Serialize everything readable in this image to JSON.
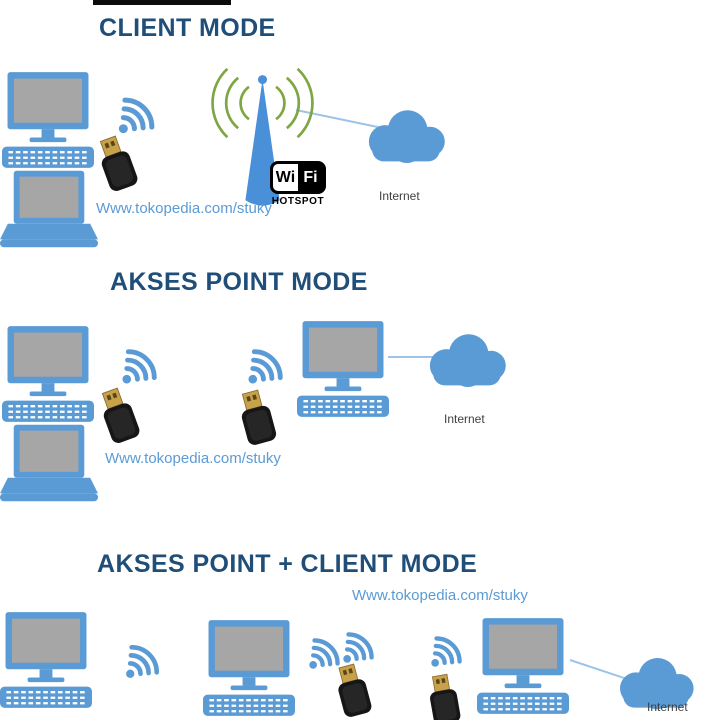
{
  "artwork": {
    "type": "usb-wifi-adapter-network-mode-diagram"
  },
  "colors": {
    "device_blue": "#5b9bd5",
    "screen_gray": "#a6a6a6",
    "title_color": "#1f4e79",
    "watermark_color": "#5b9bd5",
    "signal_green": "#7fa643",
    "connection_line": "#9dc3e6",
    "adapter_body_black": "#161616",
    "usb_connector_gold": "#c8a24a",
    "internet_label_color": "#3f3f3f"
  },
  "sections": [
    {
      "title": "CLIENT MODE",
      "watermark": "Www.tokopedia.com/stuky",
      "internet_label": "Internet",
      "hotspot_badge": {
        "wifi_left": "Wi",
        "wifi_right": "Fi",
        "subtitle": "HOTSPOT"
      },
      "icons": [
        "desktop-computer",
        "laptop",
        "wifi-signal",
        "usb-wifi-adapter",
        "hotspot-antenna",
        "internet-cloud"
      ]
    },
    {
      "title": "AKSES POINT MODE",
      "watermark": "Www.tokopedia.com/stuky",
      "internet_label": "Internet",
      "icons": [
        "desktop-computer",
        "laptop",
        "wifi-signal",
        "usb-wifi-adapter",
        "wifi-signal",
        "usb-wifi-adapter",
        "desktop-computer",
        "internet-cloud"
      ]
    },
    {
      "title": "AKSES POINT + CLIENT MODE",
      "watermark": "Www.tokopedia.com/stuky",
      "internet_label": "Internet",
      "icons": [
        "desktop-computer",
        "wifi-signal",
        "desktop-computer",
        "wifi-signal",
        "wifi-signal",
        "usb-wifi-adapter",
        "wifi-signal",
        "usb-wifi-adapter",
        "desktop-computer",
        "internet-cloud"
      ]
    }
  ]
}
